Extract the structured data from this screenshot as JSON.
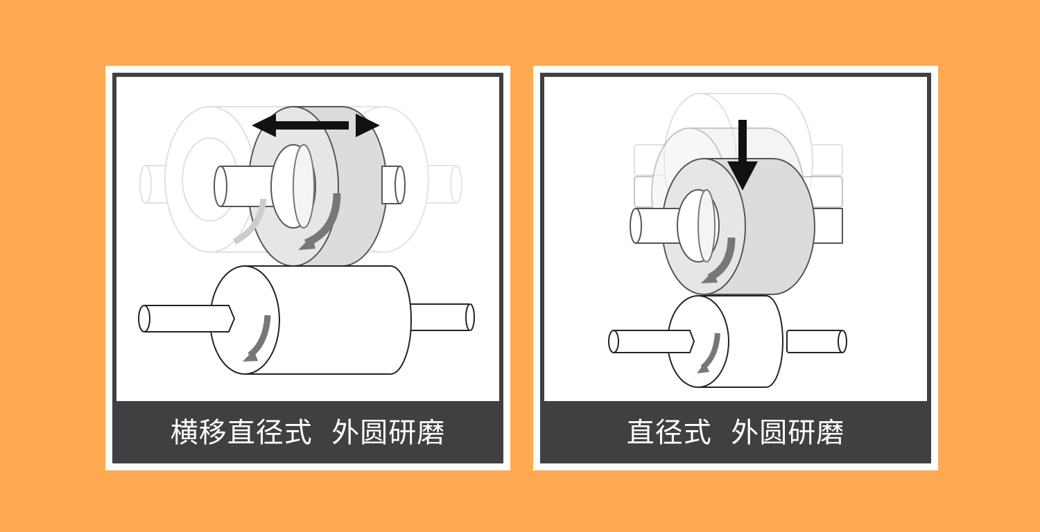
{
  "panels": [
    {
      "id": "traverse-plunge",
      "caption": "横移直径式  外圆研磨",
      "motion": "horizontal-double-arrow"
    },
    {
      "id": "plunge",
      "caption": "直径式  外圆研磨",
      "motion": "downward-arrow"
    }
  ],
  "colors": {
    "background": "#FFA952",
    "frame": "#404042",
    "arrow": "#111111",
    "rotation_arrow": "#777777",
    "wheel_fill": "#dcdcdc",
    "ghost_stroke": "#d6d6d6"
  }
}
